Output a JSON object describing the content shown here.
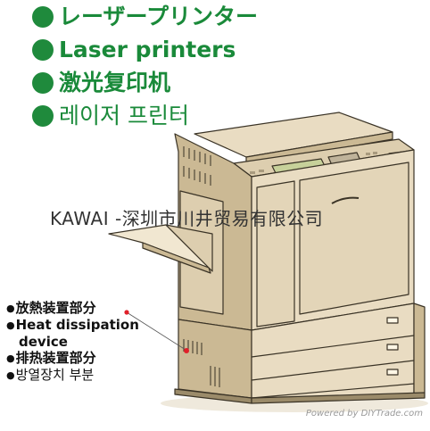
{
  "colors": {
    "bullet_green": "#1f8a3c",
    "title_green": "#1a8a3a",
    "machine_body": "#e9dcc2",
    "machine_shadow": "#cbb994",
    "machine_outline": "#3a3326",
    "display_screen": "#c7d19a",
    "orange_key": "#f0a030",
    "label_dot": "#e0202a"
  },
  "titles": [
    {
      "text": "レーザープリンター",
      "icon": "green-dot"
    },
    {
      "text": "Laser printers",
      "icon": "green-dot"
    },
    {
      "text": "激光复印机",
      "icon": "green-dot"
    },
    {
      "text": "레이저 프린터",
      "icon": "green-dot"
    }
  ],
  "watermark": "KAWAI -深圳市川井贸易有限公司",
  "labels": {
    "line1": "放熱装置部分",
    "line2": "Heat dissipation",
    "line3": "device",
    "line4": "排热装置部分",
    "line5": "방열장치 부분",
    "bullet": "●"
  },
  "credit": "Powered by DIYTrade.com"
}
